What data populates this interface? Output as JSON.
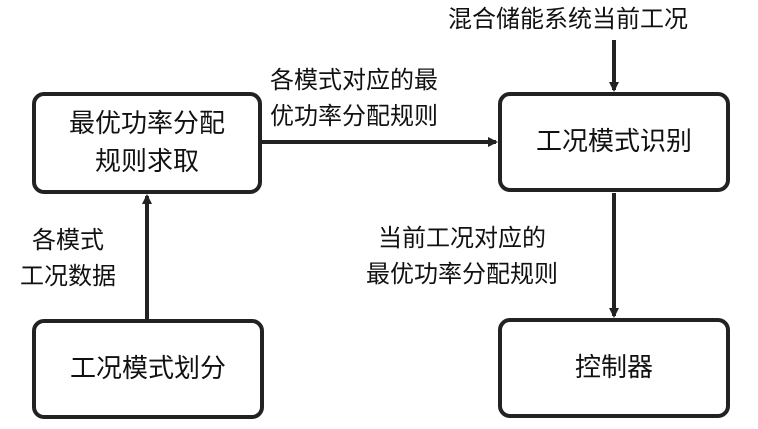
{
  "nodes": {
    "rule_solve": {
      "line1": "最优功率分配",
      "line2": "规则求取"
    },
    "mode_identify": {
      "label": "工况模式识别"
    },
    "mode_partition": {
      "label": "工况模式划分"
    },
    "controller": {
      "label": "控制器"
    }
  },
  "labels": {
    "top_input": "混合储能系统当前工况",
    "rules_per_mode": {
      "line1": "各模式对应的最",
      "line2": "优功率分配规则"
    },
    "mode_data": {
      "line1": "各模式",
      "line2": "工况数据"
    },
    "current_rule": {
      "line1": "当前工况对应的",
      "line2": "最优功率分配规则"
    }
  },
  "colors": {
    "stroke": "#222222",
    "text": "#111111",
    "background": "#ffffff"
  }
}
